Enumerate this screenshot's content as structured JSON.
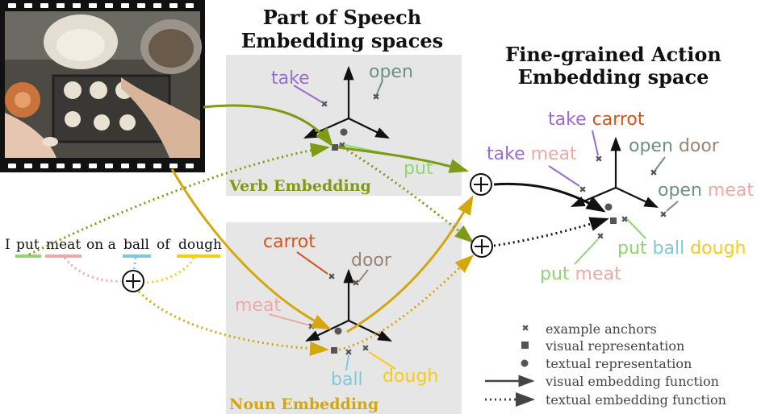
{
  "titles": {
    "pos_line1": "Part of Speech",
    "pos_line2": "Embedding spaces",
    "fg_line1": "Fine-grained Action",
    "fg_line2": "Embedding space"
  },
  "verb_box": {
    "label": "Verb Embedding",
    "words": {
      "take": "take",
      "open": "open",
      "put": "put"
    }
  },
  "noun_box": {
    "label": "Noun Embedding",
    "words": {
      "carrot": "carrot",
      "door": "door",
      "meat": "meat",
      "ball": "ball",
      "dough": "dough"
    }
  },
  "sentence": {
    "w1": "I",
    "w2": "put",
    "w3": "meat",
    "w4": "on a",
    "w5": "ball",
    "w6": "of",
    "w7": "dough"
  },
  "action_space": {
    "take_carrot": [
      "take",
      "carrot"
    ],
    "take_meat": [
      "take",
      "meat"
    ],
    "open_door": [
      "open",
      "door"
    ],
    "open_meat": [
      "open",
      "meat"
    ],
    "put_ball_dough": [
      "put",
      "ball",
      "dough"
    ],
    "put_meat": [
      "put",
      "meat"
    ]
  },
  "legend": {
    "anchors": "example anchors",
    "visual_rep": "visual representation",
    "textual_rep": "textual representation",
    "visual_fn": "visual embedding function",
    "textual_fn": "textual embedding function"
  },
  "colors": {
    "verb": "#7f9a14",
    "noun": "#d4a70c",
    "take": "#9b6bd1",
    "open": "#6e8f84",
    "put": "#8fd66e",
    "carrot": "#d2541c",
    "door": "#9a8474",
    "meat": "#f0a7a7",
    "ball": "#7fc9de",
    "dough": "#f5cc16",
    "box": "#e6e6e6"
  },
  "icons": {
    "video_frame": "kitchen-video-frame",
    "sum_operator": "circled-plus-icon"
  }
}
